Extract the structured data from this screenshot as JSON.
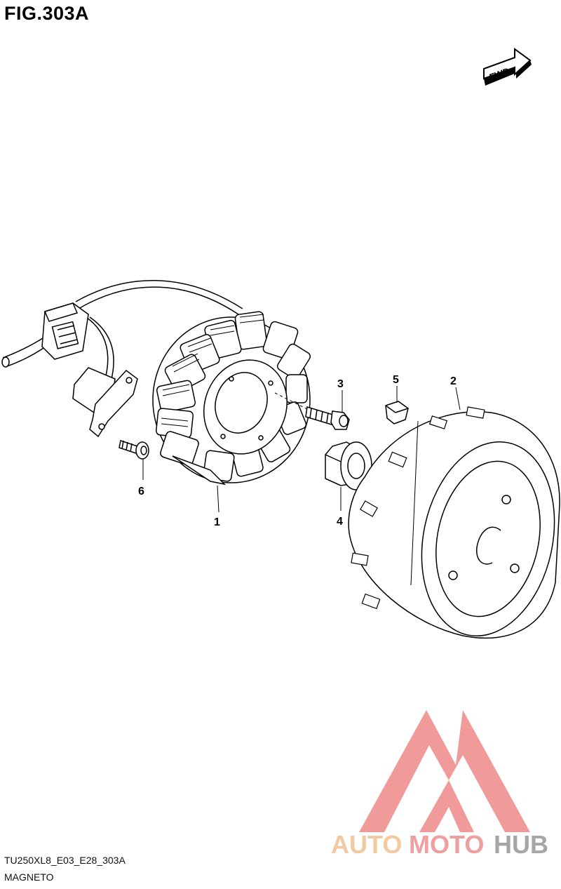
{
  "figure": {
    "title": "FIG.303A",
    "direction_label": "FWD",
    "footer_code": "TU250XL8_E03_E28_303A",
    "footer_name": "MAGNETO"
  },
  "callouts": [
    {
      "number": "1",
      "part": "stator"
    },
    {
      "number": "2",
      "part": "rotor"
    },
    {
      "number": "3",
      "part": "bolt"
    },
    {
      "number": "4",
      "part": "nut"
    },
    {
      "number": "5",
      "part": "key"
    },
    {
      "number": "6",
      "part": "screw"
    }
  ],
  "watermark": {
    "part_1": "AUTO",
    "part_2": "MOTO",
    "part_3": "HUB",
    "colors": {
      "triangle": "#ee8f8f",
      "auto": "#f3c9a2",
      "moto": "#ef9f9f",
      "hub": "#a6a6a6"
    }
  }
}
